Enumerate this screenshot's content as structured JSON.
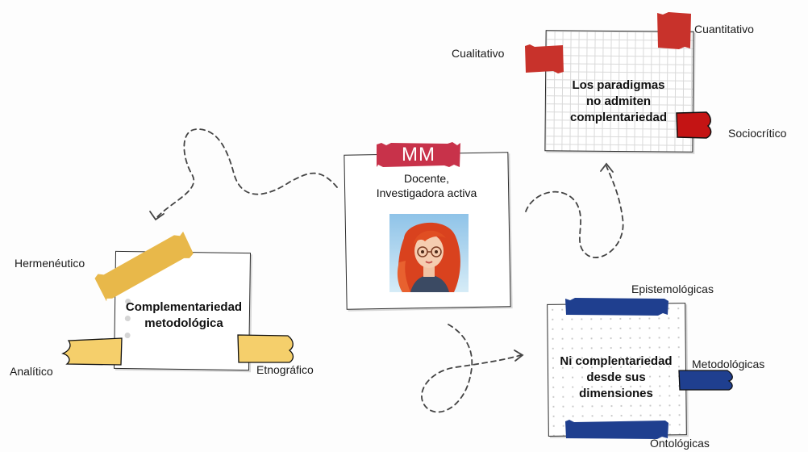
{
  "center": {
    "initials": "MM",
    "role_line1": "Docente,",
    "role_line2": "Investigadora activa",
    "avatar_icon": "woman-avatar-icon"
  },
  "paradigms_card": {
    "title_line1": "Los paradigmas",
    "title_line2": "no admiten",
    "title_line3": "complentariedad",
    "labels": [
      "Cualitativo",
      "Cuantitativo",
      "Sociocrítico"
    ]
  },
  "complementarity_card": {
    "title_line1": "Complementariedad",
    "title_line2": "metodológica",
    "labels": [
      "Hermenéutico",
      "Analítico",
      "Etnográfico"
    ]
  },
  "dimensions_card": {
    "title_line1": "Ni complentariedad",
    "title_line2": "desde sus",
    "title_line3": "dimensiones",
    "labels": [
      "Epistemológicas",
      "Metodológicas",
      "Ontológicas"
    ]
  },
  "colors": {
    "red_tape": "#c8322b",
    "dark_red_tape": "#c41414",
    "name_tape": "#c8324a",
    "yellow_tape": "#e8b84a",
    "light_yellow_tape": "#f5cf6b",
    "blue_tape": "#1f3f8f"
  }
}
